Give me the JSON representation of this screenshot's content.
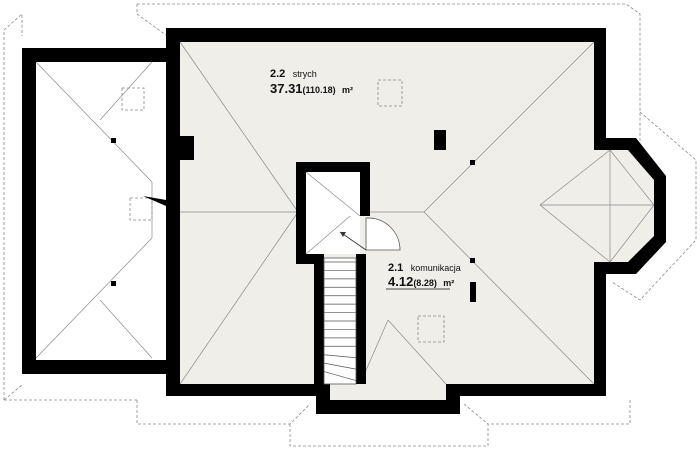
{
  "colors": {
    "wall": "#000000",
    "floor": "#efeee9",
    "outline": "#8a8a8a",
    "background": "#ffffff",
    "text": "#111111"
  },
  "rooms": [
    {
      "id": "attic",
      "number": "2.2",
      "name": "strych",
      "area_main": "37.31",
      "area_secondary": "(110.18)",
      "unit": "m²"
    },
    {
      "id": "hallway",
      "number": "2.1",
      "name": "komunikacja",
      "area_main": "4.12",
      "area_secondary": "(8.28)",
      "unit": "m²"
    }
  ],
  "stairs": {
    "step_count": 14
  }
}
